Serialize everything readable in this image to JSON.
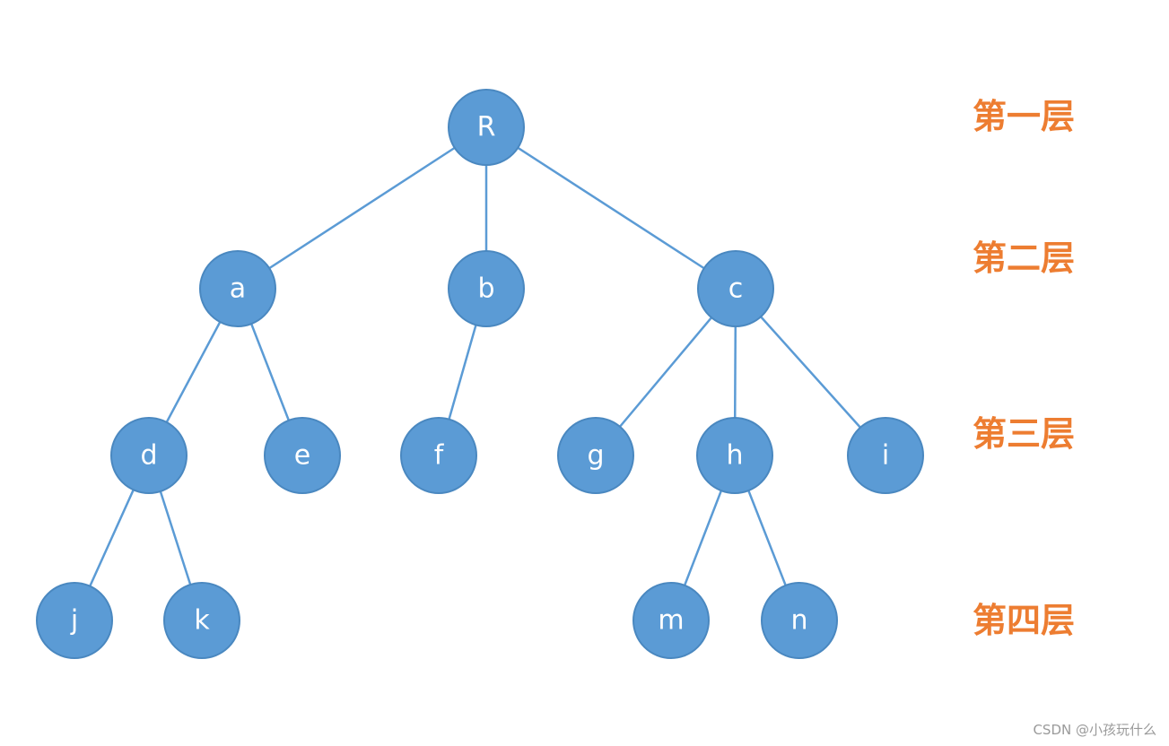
{
  "tree": {
    "nodes": [
      {
        "id": "R",
        "label": "R"
      },
      {
        "id": "a",
        "label": "a"
      },
      {
        "id": "b",
        "label": "b"
      },
      {
        "id": "c",
        "label": "c"
      },
      {
        "id": "d",
        "label": "d"
      },
      {
        "id": "e",
        "label": "e"
      },
      {
        "id": "f",
        "label": "f"
      },
      {
        "id": "g",
        "label": "g"
      },
      {
        "id": "h",
        "label": "h"
      },
      {
        "id": "i",
        "label": "i"
      },
      {
        "id": "j",
        "label": "j"
      },
      {
        "id": "k",
        "label": "k"
      },
      {
        "id": "m",
        "label": "m"
      },
      {
        "id": "n",
        "label": "n"
      }
    ],
    "edges": [
      [
        "R",
        "a"
      ],
      [
        "R",
        "b"
      ],
      [
        "R",
        "c"
      ],
      [
        "a",
        "d"
      ],
      [
        "a",
        "e"
      ],
      [
        "b",
        "f"
      ],
      [
        "c",
        "g"
      ],
      [
        "c",
        "h"
      ],
      [
        "c",
        "i"
      ],
      [
        "d",
        "j"
      ],
      [
        "d",
        "k"
      ],
      [
        "h",
        "m"
      ],
      [
        "h",
        "n"
      ]
    ]
  },
  "levels": [
    "第一层",
    "第二层",
    "第三层",
    "第四层"
  ],
  "watermark": "CSDN @小孩玩什么",
  "colors": {
    "node_fill": "#5b9bd5",
    "edge": "#5b9bd5",
    "level_text": "#ed7d31"
  }
}
